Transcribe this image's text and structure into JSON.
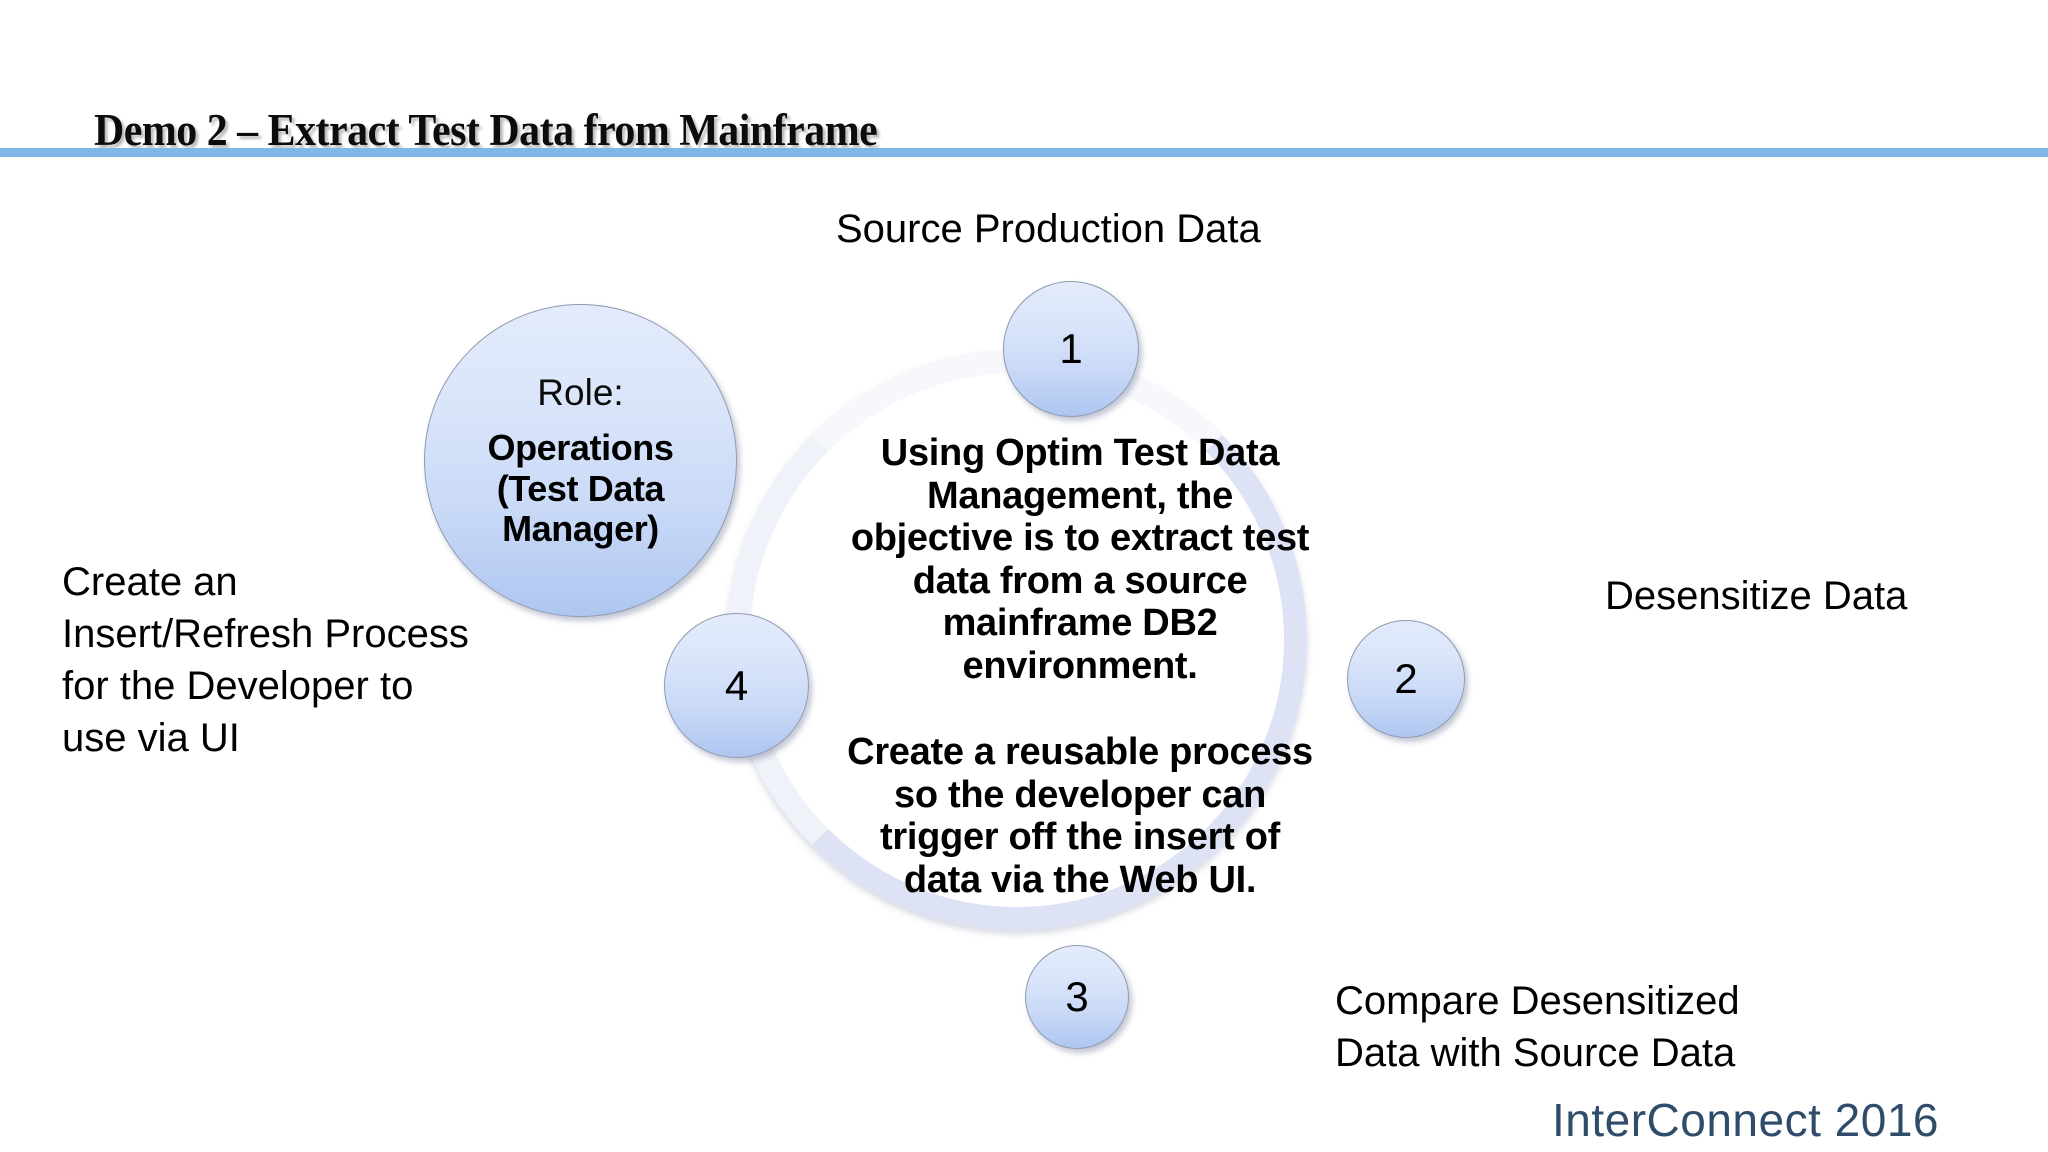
{
  "slide": {
    "title": "Demo 2 – Extract Test Data from Mainframe",
    "accent_color": "#7fb8e8",
    "background_color": "#ffffff"
  },
  "role_node": {
    "label": "Role:",
    "value": "Operations\n(Test Data\nManager)"
  },
  "center": {
    "paragraph_1": "Using Optim Test Data Management, the objective is to extract test data from a source mainframe DB2 environment.",
    "paragraph_2": "Create a reusable process so the developer can trigger off the insert of data via the Web UI."
  },
  "cycle": {
    "ring_color": "#dde3f4",
    "node_fill_top": "#e3ebfb",
    "node_fill_bottom": "#aec6f0",
    "steps": [
      {
        "number": "1",
        "label": "Source Production Data"
      },
      {
        "number": "2",
        "label": "Desensitize Data"
      },
      {
        "number": "3",
        "label": "Compare Desensitized\nData with Source Data"
      },
      {
        "number": "4",
        "label": "Create an\nInsert/Refresh Process\nfor the Developer to\nuse via UI"
      }
    ]
  },
  "footer": {
    "brand": "InterConnect 2016",
    "brand_color": "#2f4d6b"
  }
}
